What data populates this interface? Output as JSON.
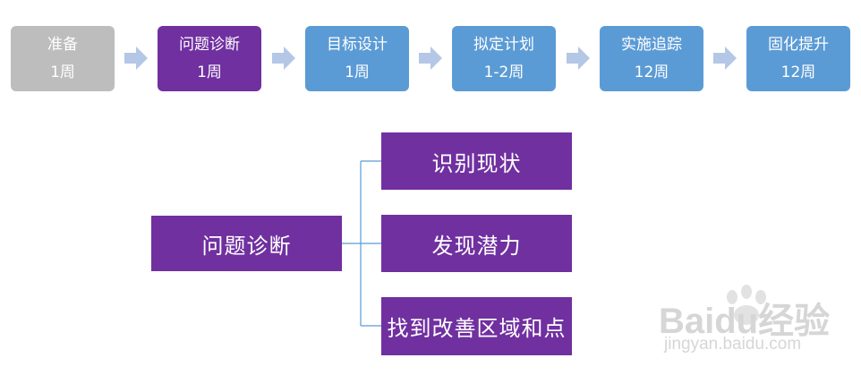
{
  "process": {
    "stages": [
      {
        "name": "准备",
        "duration": "1周"
      },
      {
        "name": "问题诊断",
        "duration": "1周"
      },
      {
        "name": "目标设计",
        "duration": "1周"
      },
      {
        "name": "拟定计划",
        "duration": "1-2周"
      },
      {
        "name": "实施追踪",
        "duration": "12周"
      },
      {
        "name": "固化提升",
        "duration": "12周"
      }
    ]
  },
  "breakdown": {
    "root": "问题诊断",
    "children": [
      "识别现状",
      "发现潜力",
      "找到改善区域和点"
    ]
  },
  "watermark": {
    "main": "Baidu经验",
    "sub": "jingyan.baidu.com"
  },
  "colors": {
    "gray": "#bdbdbd",
    "purple": "#7030a0",
    "blue": "#5b9bd5",
    "arrow": "#b4c7e7",
    "connector": "#5b9bd5"
  }
}
